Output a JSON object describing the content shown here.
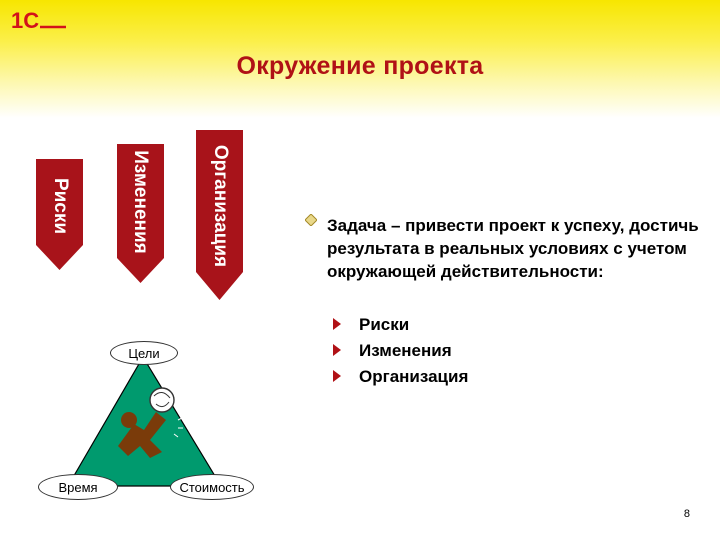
{
  "logo": {
    "text": "1С"
  },
  "title": "Окружение проекта",
  "arrows": [
    {
      "label": "Организация"
    },
    {
      "label": "Изменения"
    },
    {
      "label": "Риски"
    }
  ],
  "triangle": {
    "top": "Цели",
    "left": "Время",
    "right": "Стоимость"
  },
  "bullet": {
    "text": "Задача – привести проект к успеху, достичь результата в реальных условиях с учетом окружающей действительности:",
    "items": [
      "Риски",
      "Изменения",
      "Организация"
    ]
  },
  "page_number": "8",
  "colors": {
    "accent": "#b01116",
    "triangle": "#009a6e",
    "header": "#f7e600"
  }
}
